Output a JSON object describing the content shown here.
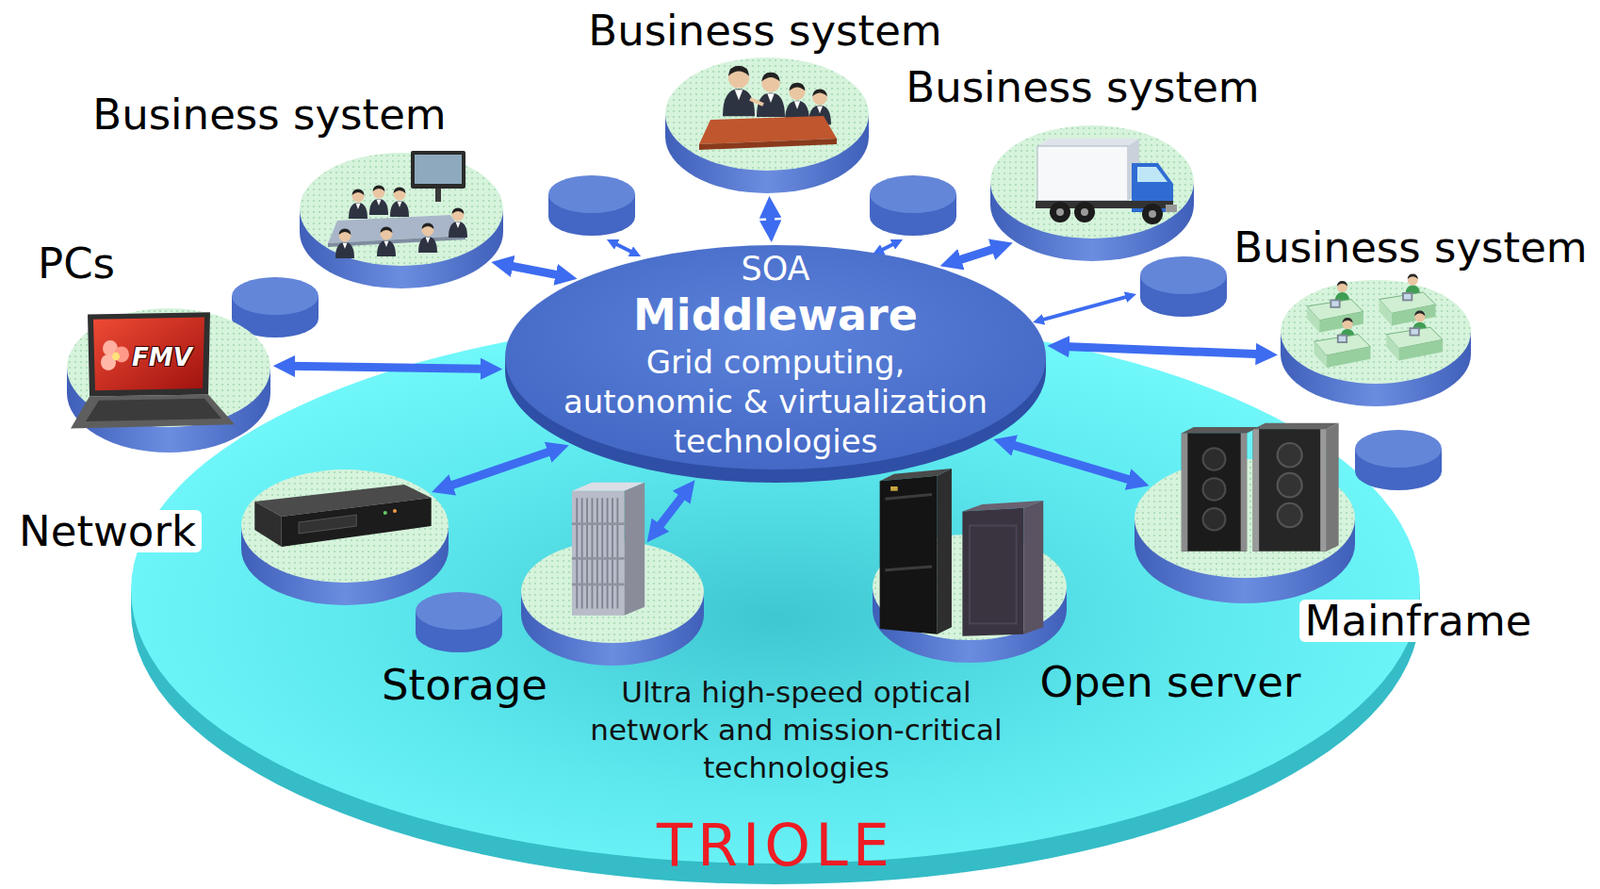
{
  "diagram": {
    "nodes": [
      {
        "text": [
          "Ultra high-speed optical network and mission-critical technologies",
          "TRIOLE"
        ]
      },
      {
        "text": [
          "SOA",
          "Middleware",
          "Grid computing, autonomic & virtualization technologies"
        ],
        "in": 0
      },
      {
        "text": [
          "Business system"
        ]
      },
      {
        "text": [
          "Business system"
        ]
      },
      {
        "text": [
          "Business system"
        ]
      },
      {
        "text": [
          "Business system"
        ]
      },
      {
        "text": [
          "PCs"
        ]
      },
      {
        "text": [
          "Network"
        ],
        "in": 0
      },
      {
        "text": [
          "Storage"
        ],
        "in": 0
      },
      {
        "text": [
          "Open server"
        ],
        "in": 0
      },
      {
        "text": [
          "Mainframe"
        ],
        "in": 0
      }
    ],
    "edges": [
      {
        "from": 1,
        "to": 6,
        "arrow": "both"
      },
      {
        "from": 1,
        "to": 2,
        "arrow": "both"
      },
      {
        "from": 1,
        "to": 3,
        "arrow": "both"
      },
      {
        "from": 1,
        "to": 4,
        "arrow": "both"
      },
      {
        "from": 1,
        "to": 5,
        "arrow": "both"
      },
      {
        "from": 1,
        "to": 7,
        "arrow": "both"
      },
      {
        "from": 1,
        "to": 8,
        "arrow": "both"
      },
      {
        "from": 1,
        "to": 10,
        "arrow": "both"
      }
    ],
    "labels": [
      "FMV"
    ]
  }
}
